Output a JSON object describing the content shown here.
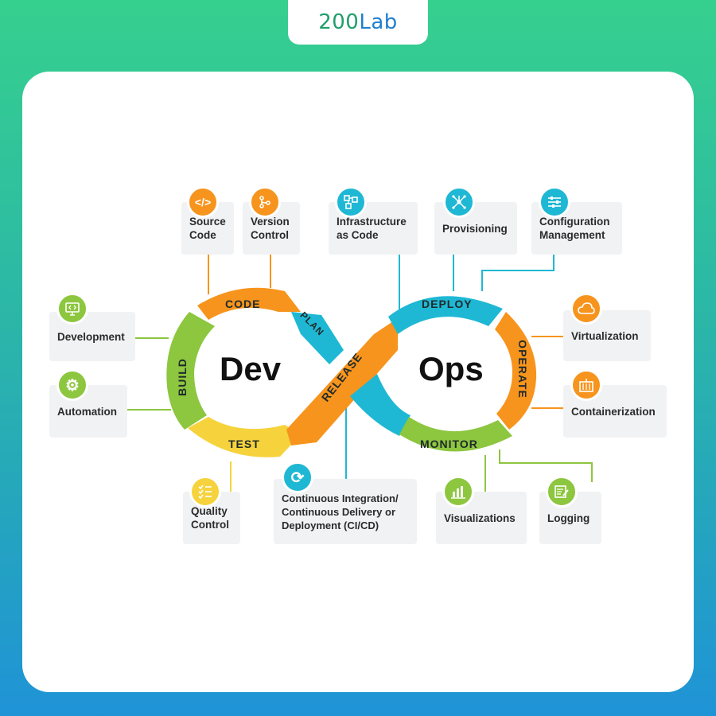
{
  "brand": {
    "number": "200",
    "name": "Lab"
  },
  "center": {
    "left_word": "Dev",
    "right_word": "Ops"
  },
  "stages": {
    "code": "CODE",
    "plan": "PLAN",
    "build": "BUILD",
    "test": "TEST",
    "release": "RELEASE",
    "deploy": "DEPLOY",
    "operate": "OPERATE",
    "monitor": "MONITOR"
  },
  "items": {
    "source_code": "Source\nCode",
    "version_control": "Version\nControl",
    "infrastructure_as_code": "Infrastructure\nas Code",
    "provisioning": "Provisioning",
    "configuration_management": "Configuration\nManagement",
    "development": "Development",
    "automation": "Automation",
    "virtualization": "Virtualization",
    "containerization": "Containerization",
    "quality_control": "Quality\nControl",
    "ci_cd": "Continuous Integration/\nContinuous Delivery or\nDeployment (CI/CD)",
    "visualizations": "Visualizations",
    "logging": "Logging"
  },
  "colors": {
    "orange": "#f7941d",
    "cyan": "#1fb8d4",
    "lime": "#8dc63f",
    "yellow": "#f6d33c"
  },
  "icons": {
    "source_code": "code-brackets-icon",
    "version_control": "git-branch-icon",
    "infrastructure_as_code": "network-blocks-icon",
    "provisioning": "hub-nodes-icon",
    "configuration_management": "sliders-icon",
    "development": "monitor-code-icon",
    "automation": "gear-icon",
    "virtualization": "cloud-icon",
    "containerization": "container-icon",
    "quality_control": "checklist-icon",
    "ci_cd": "cycle-arrows-icon",
    "visualizations": "bar-chart-icon",
    "logging": "edit-log-icon"
  }
}
